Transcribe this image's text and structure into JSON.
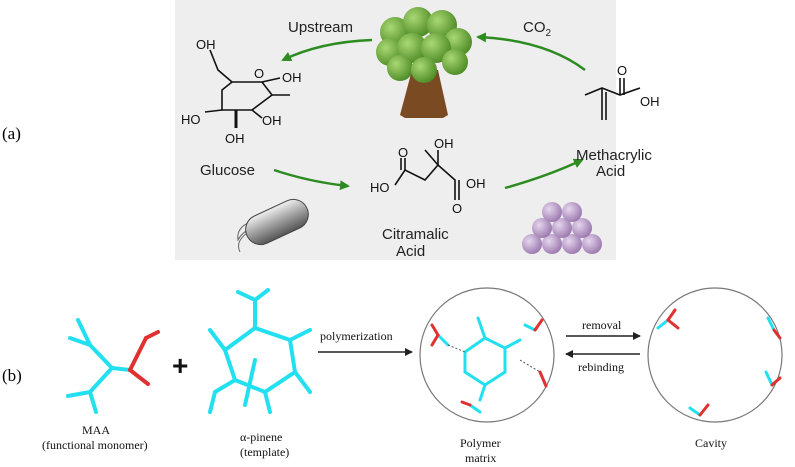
{
  "panel_labels": {
    "a": "(a)",
    "b": "(b)"
  },
  "cycle": {
    "upstream": "Upstream",
    "co2_main": "CO",
    "co2_sub": "2",
    "glucose": "Glucose",
    "citramalic_1": "Citramalic",
    "citramalic_2": "Acid",
    "methacrylic_1": "Methacrylic",
    "methacrylic_2": "Acid"
  },
  "glucose_structure": {
    "oh_top": "OH",
    "o_ring": "O",
    "oh_right_1": "OH",
    "oh_right_2": "OH",
    "ho_left": "HO",
    "oh_bottom": "OH"
  },
  "citramalic_structure": {
    "oh_top": "OH",
    "o_left": "O",
    "ho_left": "HO",
    "oh_right": "OH",
    "o_bottom": "O"
  },
  "methacrylic_structure": {
    "o": "O",
    "oh": "OH"
  },
  "process": {
    "maa_1": "MAA",
    "maa_2": "(functional monomer)",
    "plus": "+",
    "pinene_1": "α-pinene",
    "pinene_2": "(template)",
    "polymerization": "polymerization",
    "polymer_1": "Polymer",
    "polymer_2": "matrix",
    "removal": "removal",
    "rebinding": "rebinding",
    "cavity": "Cavity"
  },
  "colors": {
    "panel_bg": "#eeeeee",
    "arrow_green": "#2e8b22",
    "tree_trunk": "#7a4a22",
    "tree_foliage": "#6faa3c",
    "bond_cyan": "#22e0f0",
    "oxygen_red": "#e03030",
    "sphere_purple": "#b79ac7"
  }
}
